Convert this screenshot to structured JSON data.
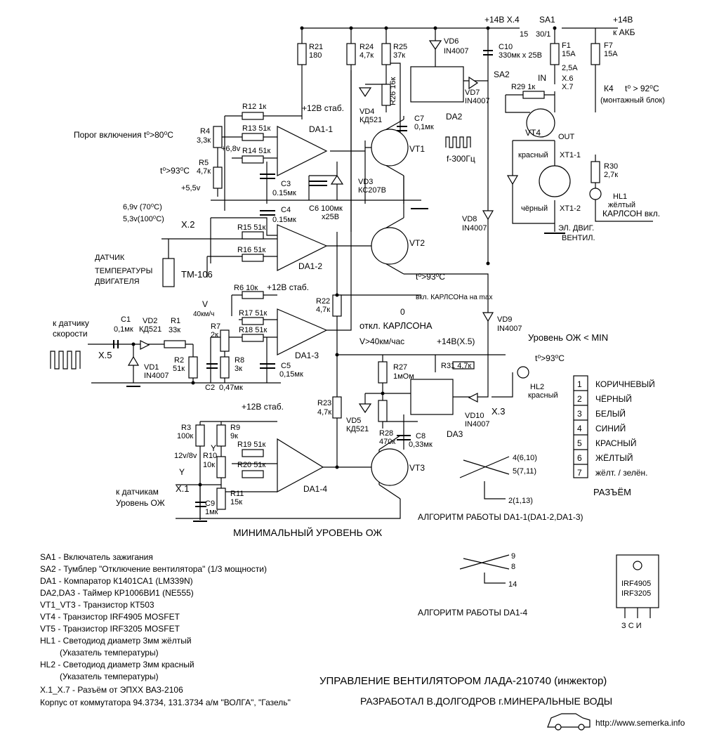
{
  "labels": {
    "plus14_x4": "+14В  Х.4",
    "sa1": "SA1",
    "plus14_akb": "+14В",
    "to_akb": "к АКБ",
    "pin15": "15",
    "pin30": "30/1",
    "r21": "R21",
    "r21v": "180",
    "r24": "R24",
    "r24v": "4,7к",
    "r25": "R25",
    "r25v": "37к",
    "vd6": "VD6",
    "vd6v": "IN4007",
    "c10": "C10",
    "c10v": "330мк х 25В",
    "f1": "F1",
    "f1v": "15А",
    "f7": "F7",
    "f7v": "15А",
    "f1b": "2,5А",
    "in": "IN",
    "x6": "Х.6",
    "x7": "Х.7",
    "sa2": "SA2",
    "r29": "R29  1к",
    "k4": "К4",
    "k4t": "t⁰ > 92⁰С",
    "k4b": "(монтажный блок)",
    "r26": "R26 16к",
    "vd4": "VD4",
    "vd4v": "КД521",
    "c7": "C7",
    "c7v": "0,1мк",
    "da2": "DA2",
    "vd7": "VD7",
    "vd7v": "IN4007",
    "r12": "R12  1к",
    "plus12stab": "+12В стаб.",
    "da1_1": "DA1-1",
    "porog": "Порог включения t⁰>80⁰С",
    "r4": "R4",
    "r4v": "3,3к",
    "r13": "R13 51к",
    "v68": "+6,8v",
    "r14": "R14 51к",
    "vt1": "VT1",
    "f300": "f-300Гц",
    "vt4": "VT4",
    "out": "OUT",
    "red": "красный",
    "xt11": "ХТ1-1",
    "r30": "R30",
    "r30v": "2,7к",
    "t93a": "t⁰>93⁰С",
    "r5": "R5",
    "r5v": "4,7к",
    "v55": "+5,5v",
    "c3": "C3",
    "c3v": "0.15мк",
    "c6": "C6 100мк",
    "c6v": "х25В",
    "vd3": "VD3",
    "vd3v": "КС207В",
    "hl1": "HL1",
    "hl1c": "жёлтый",
    "karlson_on": "КАРЛСОН вкл.",
    "v69": "6,9v (70⁰С)",
    "v53": "5,3v(100⁰С)",
    "c4": "C4",
    "c4v": "0.15мк",
    "black": "чёрный",
    "xt12": "ХТ1-2",
    "vd8": "VD8",
    "vd8v": "IN4007",
    "motor": "ЭЛ. ДВИГ.",
    "motor2": "ВЕНТИЛ.",
    "x2": "Х.2",
    "r15": "R15 51к",
    "vt2": "VT2",
    "r16": "R16 51к",
    "da1_2": "DA1-2",
    "sensor1": "ДАТЧИК",
    "sensor2": "ТЕМПЕРАТУРЫ",
    "sensor3": "ДВИГАТЕЛЯ",
    "tm106": "ТМ-106",
    "t93b": "t⁰>93⁰С",
    "karlson_max": "вкл. КАРЛСОНа на max",
    "r6": "R6  10к",
    "plus12stab2": "+12В стаб.",
    "r22": "R22",
    "r22v": "4,7к",
    "zero": "0",
    "v40": "V",
    "v40b": "40км/ч",
    "r17": "R17 51к",
    "speed1": "к датчику",
    "speed2": "скорости",
    "c1": "C1",
    "c1v": "0,1мк",
    "vd2": "VD2",
    "vd2v": "КД521",
    "r1": "R1",
    "r1v": "33к",
    "r7": "R7",
    "r7v": "2к",
    "r18": "R18 51к",
    "da1_3": "DA1-3",
    "otkl": "откл. КАРЛСОНА",
    "v40km": "V>40км/час",
    "vd9": "VD9",
    "vd9v": "IN4007",
    "level_min": "Уровень ОЖ < MIN",
    "x5": "Х.5",
    "vd1": "VD1",
    "vd1v": "IN4007",
    "r2": "R2",
    "r2v": "51к",
    "r8": "R8",
    "r8v": "3к",
    "c5": "C5",
    "c5v": "0,15мк",
    "c2": "C2",
    "c2v": "0,47мк",
    "plus14_x5": "+14В(Х.5)",
    "r27": "R27",
    "r27v": "1мОм",
    "r31": "R31  4,7к",
    "t93c": "t⁰>93⁰С",
    "hl2": "HL2",
    "hl2c": "красный",
    "r23": "R23",
    "r23v": "4,7к",
    "vd5": "VD5",
    "vd5v": "КД521",
    "r28": "R28",
    "r28v": "470к",
    "c8": "C8",
    "c8v": "0,33мк",
    "da3": "DA3",
    "vd10": "VD10",
    "vd10v": "IN4007",
    "x3": "Х.3",
    "plus12stab3": "+12В стаб.",
    "r3": "R3",
    "r3v": "100к",
    "r9": "R9",
    "r9v": "9к",
    "v128": "12v/8v",
    "y": "Y",
    "r10": "R10",
    "r10v": "10к",
    "r19": "R19 51к",
    "r20": "R20 51к",
    "vt3": "VT3",
    "x1": "Х.1",
    "to_level1": "к датчикам",
    "to_level2": "Уровень ОЖ",
    "r11": "R11",
    "r11v": "15к",
    "c9": "C9",
    "c9v": "1мк",
    "da1_4": "DA1-4",
    "min_level": "МИНИМАЛЬНЫЙ УРОВЕНЬ ОЖ",
    "alg1": "АЛГОРИТМ РАБОТЫ DA1-1(DA1-2,DA1-3)",
    "alg1_a": "4(6,10)",
    "alg1_b": "5(7,11)",
    "alg1_c": "2(1,13)",
    "alg2": "АЛГОРИТМ РАБОТЫ DA1-4",
    "alg2_a": "9",
    "alg2_b": "8",
    "alg2_c": "14",
    "razyom": "РАЗЪЁМ",
    "irf1": "IRF4905",
    "irf2": "IRF3205",
    "pins": "З   С   И"
  },
  "connector": [
    {
      "n": "1",
      "name": "КОРИЧНЕВЫЙ"
    },
    {
      "n": "2",
      "name": "ЧЁРНЫЙ"
    },
    {
      "n": "3",
      "name": "БЕЛЫЙ"
    },
    {
      "n": "4",
      "name": "СИНИЙ"
    },
    {
      "n": "5",
      "name": "КРАСНЫЙ"
    },
    {
      "n": "6",
      "name": "ЖЁЛТЫЙ"
    },
    {
      "n": "7",
      "name": "жёлт. / зелён."
    }
  ],
  "legend": [
    "SA1 - Включатель зажигания",
    "SA2 - Тумблер \"Отключение вентилятора\" (1/3 мощности)",
    "DA1 - Компаратор К1401СА1 (LM339N)",
    "DA2,DA3 - Таймер КР1006ВИ1 (NE555)",
    "VT1_VT3 - Транзистор КТ503",
    "VT4 - Транзистор IRF4905 MOSFET",
    "VT5 - Транзистор IRF3205 MOSFET",
    "HL1 - Светодиод диаметр 3мм жёлтый",
    "     (Указатель температуры)",
    "HL2 - Светодиод диаметр 3мм красный",
    "     (Указатель температуры)",
    "Х.1_Х.7 - Разъём от ЭПХХ ВАЗ-2106",
    "Корпус от коммутатора 94.3734, 131.3734 а/м \"ВОЛГА\", \"Газель\""
  ],
  "title": "УПРАВЛЕНИЕ ВЕНТИЛЯТОРОМ ЛАДА-210740 (инжектор)",
  "author": "РАЗРАБОТАЛ В.ДОЛГОДРОВ   г.МИНЕРАЛЬНЫЕ ВОДЫ",
  "site": "http://www.semerka.info"
}
